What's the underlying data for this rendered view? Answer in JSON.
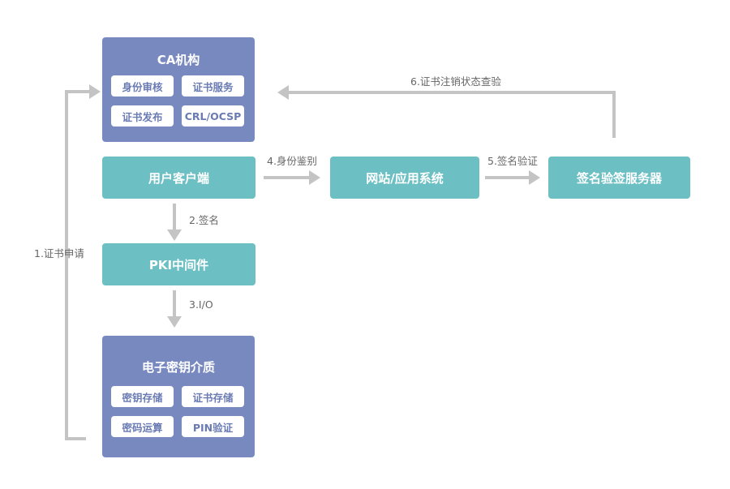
{
  "ca": {
    "title": "CA机构",
    "items": [
      "身份审核",
      "证书服务",
      "证书发布",
      "CRL/OCSP"
    ]
  },
  "client": {
    "label": "用户客户端"
  },
  "middleware": {
    "label": "PKI中间件"
  },
  "medium": {
    "title": "电子密钥介质",
    "items": [
      "密钥存储",
      "证书存储",
      "密码运算",
      "PIN验证"
    ]
  },
  "website": {
    "label": "网站/应用系统"
  },
  "verify_server": {
    "label": "签名验签服务器"
  },
  "edges": {
    "step1": "1.证书申请",
    "step2": "2.签名",
    "step3": "3.I/O",
    "step4": "4.身份鉴别",
    "step5": "5.签名验证",
    "step6": "6.证书注销状态查验"
  },
  "colors": {
    "group": "#7889bf",
    "node": "#6cbfc3",
    "arrow": "#c4c4c4",
    "chip_text": "#6a7bb3"
  }
}
